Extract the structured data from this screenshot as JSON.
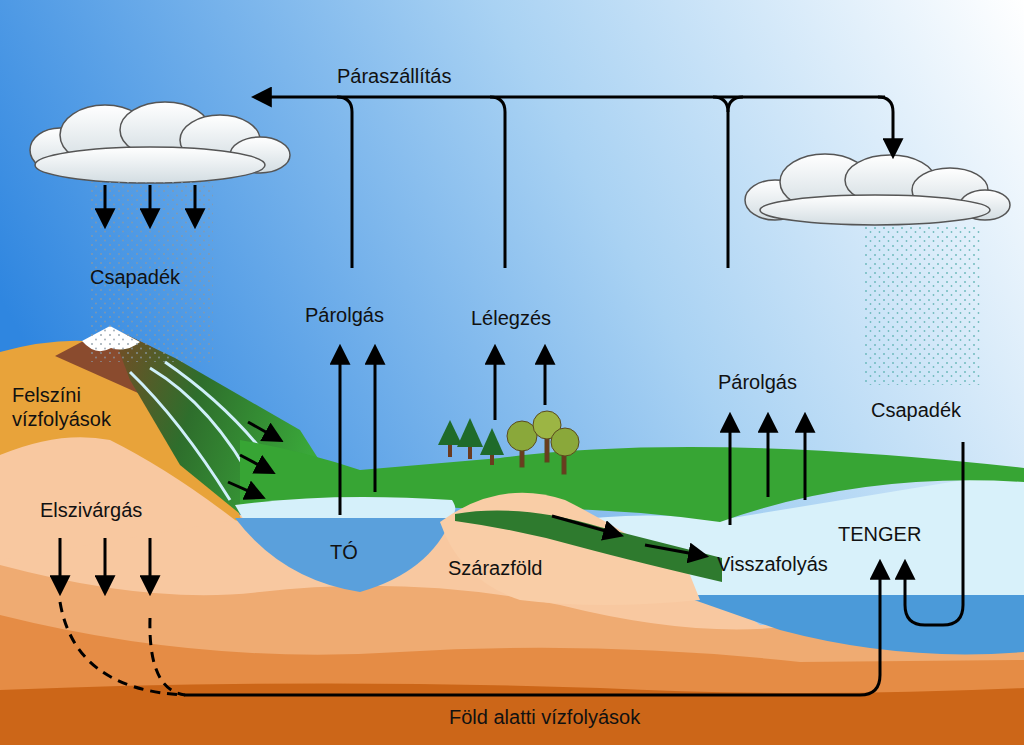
{
  "diagram": {
    "labels": [
      "Páraszállítás",
      "Csapadék",
      "Párolgás",
      "Lélegzés",
      "Párolgás",
      "Csapadék",
      "Felszíni vízfolyások",
      "Elszivárgás",
      "TÓ",
      "Szárazföld",
      "Visszafolyás",
      "TENGER",
      "Föld alatti vízfolyások"
    ]
  }
}
